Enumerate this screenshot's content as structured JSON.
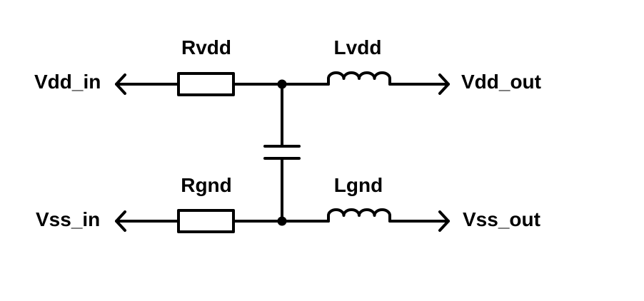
{
  "diagram": {
    "type": "circuit-schematic",
    "ports": {
      "vdd_in": "Vdd_in",
      "vdd_out": "Vdd_out",
      "vss_in": "Vss_in",
      "vss_out": "Vss_out"
    },
    "components": {
      "rvdd": "Rvdd",
      "lvdd": "Lvdd",
      "rgnd": "Rgnd",
      "lgnd": "Lgnd",
      "capacitor": ""
    },
    "colors": {
      "stroke": "#000000",
      "background": "#ffffff"
    },
    "icons": {
      "resistor": "resistor-icon",
      "inductor": "inductor-icon",
      "capacitor": "capacitor-icon",
      "port_arrow": "arrow-icon"
    }
  }
}
